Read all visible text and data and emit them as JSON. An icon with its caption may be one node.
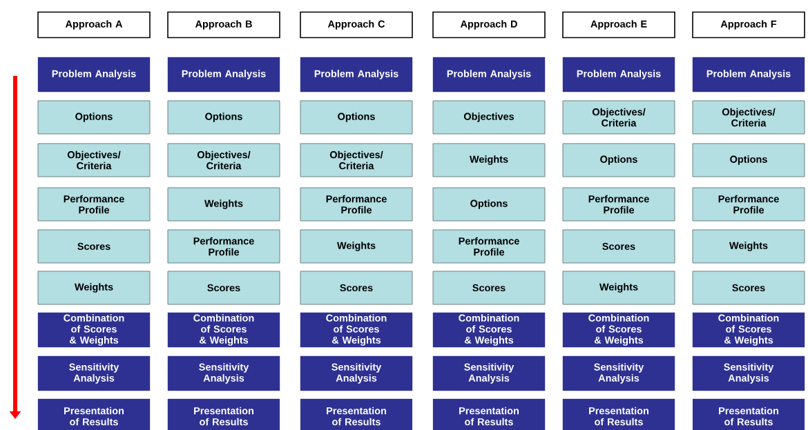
{
  "diagram": {
    "nodes": [
      {
        "text": [
          "Approach A"
        ]
      },
      {
        "text": [
          "Problem Analysis"
        ]
      },
      {
        "text": [
          "Options"
        ]
      },
      {
        "text": [
          "Objectives/ Criteria"
        ]
      },
      {
        "text": [
          "Performance Profile"
        ]
      },
      {
        "text": [
          "Scores"
        ]
      },
      {
        "text": [
          "Weights"
        ]
      },
      {
        "text": [
          "Combination of Scores & Weights"
        ]
      },
      {
        "text": [
          "Sensitivity Analysis"
        ]
      },
      {
        "text": [
          "Presentation of Results"
        ]
      },
      {
        "text": [
          "Approach B"
        ]
      },
      {
        "text": [
          "Problem Analysis"
        ]
      },
      {
        "text": [
          "Options"
        ]
      },
      {
        "text": [
          "Objectives/ Criteria"
        ]
      },
      {
        "text": [
          "Weights"
        ]
      },
      {
        "text": [
          "Performance Profile"
        ]
      },
      {
        "text": [
          "Scores"
        ]
      },
      {
        "text": [
          "Combination of Scores & Weights"
        ]
      },
      {
        "text": [
          "Sensitivity Analysis"
        ]
      },
      {
        "text": [
          "Presentation of Results"
        ]
      },
      {
        "text": [
          "Approach C"
        ]
      },
      {
        "text": [
          "Problem Analysis"
        ]
      },
      {
        "text": [
          "Options"
        ]
      },
      {
        "text": [
          "Objectives/ Criteria"
        ]
      },
      {
        "text": [
          "Performance Profile"
        ]
      },
      {
        "text": [
          "Weights"
        ]
      },
      {
        "text": [
          "Scores"
        ]
      },
      {
        "text": [
          "Combination of Scores & Weights"
        ]
      },
      {
        "text": [
          "Sensitivity Analysis"
        ]
      },
      {
        "text": [
          "Presentation of Results"
        ]
      },
      {
        "text": [
          "Approach D"
        ]
      },
      {
        "text": [
          "Problem Analysis"
        ]
      },
      {
        "text": [
          "Objectives"
        ]
      },
      {
        "text": [
          "Weights"
        ]
      },
      {
        "text": [
          "Options"
        ]
      },
      {
        "text": [
          "Performance Profile"
        ]
      },
      {
        "text": [
          "Scores"
        ]
      },
      {
        "text": [
          "Combination of Scores & Weights"
        ]
      },
      {
        "text": [
          "Sensitivity Analysis"
        ]
      },
      {
        "text": [
          "Presentation of Results"
        ]
      },
      {
        "text": [
          "Approach E"
        ]
      },
      {
        "text": [
          "Problem Analysis"
        ]
      },
      {
        "text": [
          "Objectives/ Criteria"
        ]
      },
      {
        "text": [
          "Options"
        ]
      },
      {
        "text": [
          "Performance Profile"
        ]
      },
      {
        "text": [
          "Scores"
        ]
      },
      {
        "text": [
          "Weights"
        ]
      },
      {
        "text": [
          "Combination of Scores & Weights"
        ]
      },
      {
        "text": [
          "Sensitivity Analysis"
        ]
      },
      {
        "text": [
          "Presentation of Results"
        ]
      },
      {
        "text": [
          "Approach F"
        ]
      },
      {
        "text": [
          "Problem Analysis"
        ]
      },
      {
        "text": [
          "Objectives/ Criteria"
        ]
      },
      {
        "text": [
          "Options"
        ]
      },
      {
        "text": [
          "Performance Profile"
        ]
      },
      {
        "text": [
          "Weights"
        ]
      },
      {
        "text": [
          "Scores"
        ]
      },
      {
        "text": [
          "Combination of Scores & Weights"
        ]
      },
      {
        "text": [
          "Sensitivity Analysis"
        ]
      },
      {
        "text": [
          "Presentation of Results"
        ]
      }
    ]
  }
}
